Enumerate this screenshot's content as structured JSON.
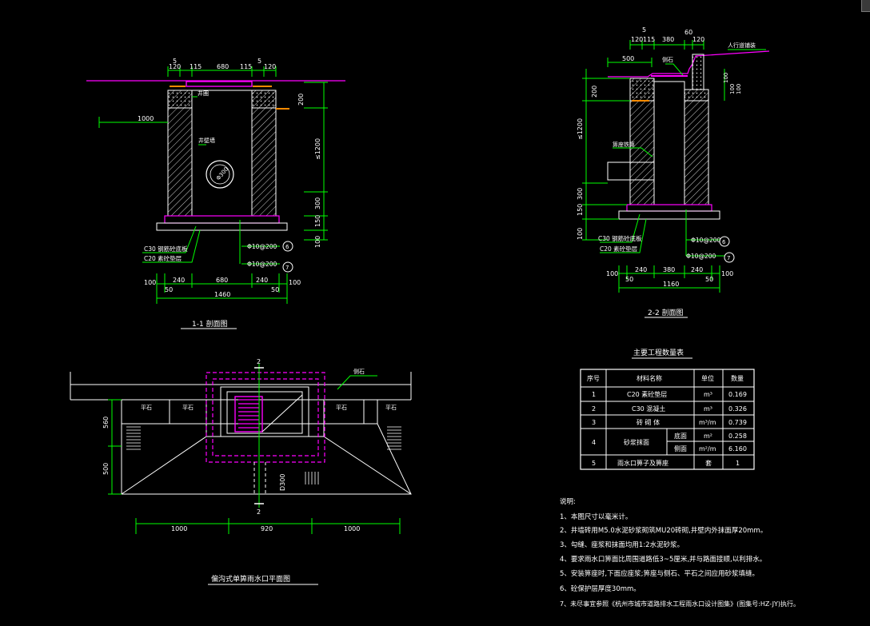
{
  "colors": {
    "background": "#000000",
    "concrete": "#ffffff",
    "dimension": "#00ff00",
    "leader": "#00ff00",
    "road": "#ff00ff",
    "grate": "#ff00ff",
    "pipe": "#00ffff",
    "rebar": "#ff8a00",
    "text": "#ffffff"
  },
  "section11": {
    "title": "1-1 剖面图",
    "top_dims": [
      "5",
      "120",
      "115",
      "680",
      "115",
      "5",
      "120"
    ],
    "left_dim": "1000",
    "right_dims": [
      "200",
      "≤1200",
      "300",
      "150",
      "100"
    ],
    "labels": {
      "frame": "井圈",
      "wall": "井壁墙",
      "pipe": "Φ300",
      "concrete1": "C30 钢筋砼底板",
      "concrete2": "C20 素砼垫层",
      "rebar6": "Φ10@200",
      "rebar7": "Φ10@200",
      "marker6": "6",
      "marker7": "7"
    },
    "bottom_dims": [
      "100",
      "240",
      "680",
      "240",
      "100"
    ],
    "bottom_sub": [
      "50",
      "50"
    ],
    "total": "1460"
  },
  "section22": {
    "title": "2-2 剖面图",
    "top_dims": [
      "5",
      "120",
      "115",
      "380",
      "60",
      "120"
    ],
    "dim_500": "500",
    "top_labels": {
      "road": "人行道铺装",
      "curb": "侧石"
    },
    "left_dims": [
      "200",
      "≤1200",
      "300",
      "150",
      "100"
    ],
    "right_dims": [
      "100",
      "100",
      "100"
    ],
    "labels": {
      "grate": "箅座铁箅",
      "concrete1": "C30 钢筋砼底板",
      "concrete2": "C20 素砼垫层",
      "rebar6": "Φ10@200",
      "rebar7": "Φ10@200",
      "marker6": "6",
      "marker7": "7"
    },
    "bottom_dims": [
      "100",
      "240",
      "380",
      "240",
      "100"
    ],
    "bottom_sub": [
      "50",
      "50"
    ],
    "total": "1160"
  },
  "plan": {
    "title": "偏沟式单箅雨水口平面图",
    "curb_label": "侧石",
    "stone_label": "平石",
    "section_marks": [
      "2",
      "2"
    ],
    "left_dims": [
      "560",
      "500"
    ],
    "pipe_label": "D300",
    "bottom_dims": [
      "1000",
      "920",
      "1000"
    ]
  },
  "quantity_table": {
    "title": "主要工程数量表",
    "headers": [
      "序号",
      "材料名称",
      "单位",
      "数量"
    ],
    "rows": [
      {
        "no": "1",
        "name": "C20 素砼垫层",
        "sub": "",
        "unit": "m³",
        "qty": "0.169"
      },
      {
        "no": "2",
        "name": "C30 混凝土",
        "sub": "",
        "unit": "m³",
        "qty": "0.326"
      },
      {
        "no": "3",
        "name": "砖 砌 体",
        "sub": "",
        "unit": "m³/m",
        "qty": "0.739"
      },
      {
        "no": "4",
        "name": "砂浆抹面",
        "sub": "底面",
        "unit": "m²",
        "qty": "0.258"
      },
      {
        "no": "",
        "name": "",
        "sub": "侧面",
        "unit": "m²/m",
        "qty": "6.160"
      },
      {
        "no": "5",
        "name": "雨水口箅子及箅座",
        "sub": "",
        "unit": "套",
        "qty": "1"
      }
    ]
  },
  "notes": {
    "heading": "说明:",
    "items": [
      "1、本图尺寸以毫米计。",
      "2、井墙砖用M5.0水泥砂浆砌筑MU20砖砌,井壁内外抹面厚20mm。",
      "3、勾缝、座浆和抹面均用1:2水泥砂浆。",
      "4、要求雨水口箅面比周围道路低3~5厘米,并与路面接顺,以利排水。",
      "5、安装箅座时,下面应座浆;箅座与侧石、平石之间应用砂浆填缝。",
      "6、砼保护层厚度30mm。",
      "7、未尽事宜参照《杭州市城市道路排水工程雨水口设计图集》(图集号:HZ-JY)执行。"
    ]
  }
}
